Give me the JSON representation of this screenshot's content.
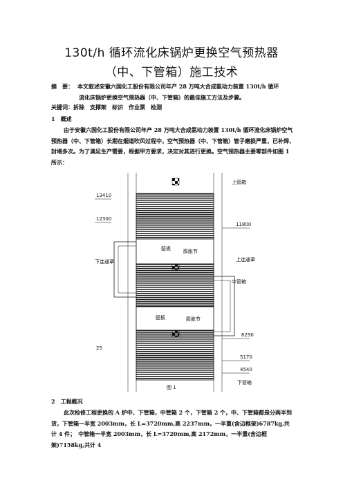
{
  "title_line1": "130t/h 循环流化床锅炉更换空气预热器",
  "title_line2": "（中、下管箱）施工技术",
  "abstract": {
    "label": "摘　要：",
    "line1": "本文叙述安徽六国化工股份有限公司年产 28 万吨大合成氨动力装置 130t/h 循环",
    "line2": "流化床锅炉更换空气预热器（中、下管箱）的最佳施工方法及步骤。"
  },
  "keywords": "关键词：拆除　支撑架　标识　作业票　检测",
  "section1_heading": "1　概述",
  "section1_body": "由于安徽六国化工股份有限公司年产 28 万吨大合成氨动力装置 130t/h 循环流化床锅炉空气预热器（中、下管箱）长期在烟道吹风过程中，空气预热器（中、下管箱）管子磨损严重，已补焊、封堵多次。为了满足生产需要，根据甲方要求，决定对其进行更换。空气预热器主要零部件如图 1 所示：",
  "figure": {
    "labels": {
      "upper_box": "上管箱",
      "middle_box": "中管箱",
      "lower_box": "下管箱",
      "upper_duct": "上连通罩",
      "lower_duct": "下连通罩",
      "wall1": "壁板",
      "joint1": "膨胀节",
      "wall2": "壁板",
      "joint2": "膨胀节",
      "caption": "图 1"
    },
    "elevations": [
      "13410",
      "12300",
      "11800",
      "6290",
      "5170",
      "4540"
    ],
    "side_mark": "25"
  },
  "section2_heading": "2　工程概况",
  "section2_body": "此次检修工程更换的 A 炉中、下管箱，中管箱 2 个，下管箱 2 个，中、下管箱都是分两半到货，下管箱一半宽 2003mm，长 L=3720mm,高 2237mm，一半重(含边框架)6787kg,共计 4 件；　中管箱一半宽 2003mm，长 L=3720mm,高 2172mm，一半重(含边框架)7158kg,共计 4"
}
